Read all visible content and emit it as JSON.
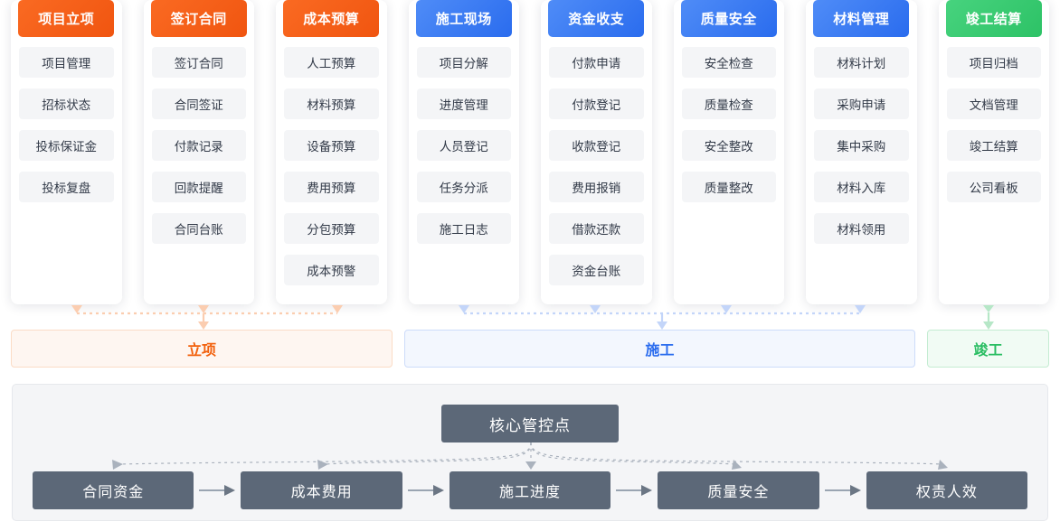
{
  "columns": [
    {
      "title": "项目立项",
      "accent": "#f05510",
      "tab_style": "orange",
      "items": [
        "项目管理",
        "招标状态",
        "投标保证金",
        "投标复盘"
      ]
    },
    {
      "title": "签订合同",
      "accent": "#f05510",
      "tab_style": "orange",
      "items": [
        "签订合同",
        "合同签证",
        "付款记录",
        "回款提醒",
        "合同台账"
      ]
    },
    {
      "title": "成本预算",
      "accent": "#f05510",
      "tab_style": "orange",
      "items": [
        "人工预算",
        "材料预算",
        "设备预算",
        "费用预算",
        "分包预算",
        "成本预警"
      ]
    },
    {
      "title": "施工现场",
      "accent": "#2a6cee",
      "tab_style": "blue",
      "items": [
        "项目分解",
        "进度管理",
        "人员登记",
        "任务分派",
        "施工日志"
      ]
    },
    {
      "title": "资金收支",
      "accent": "#2a6cee",
      "tab_style": "blue",
      "items": [
        "付款申请",
        "付款登记",
        "收款登记",
        "费用报销",
        "借款还款",
        "资金台账"
      ]
    },
    {
      "title": "质量安全",
      "accent": "#2a6cee",
      "tab_style": "blue",
      "items": [
        "安全检查",
        "质量检查",
        "安全整改",
        "质量整改"
      ]
    },
    {
      "title": "材料管理",
      "accent": "#2a6cee",
      "tab_style": "blue",
      "items": [
        "材料计划",
        "采购申请",
        "集中采购",
        "材料入库",
        "材料领用"
      ]
    },
    {
      "title": "竣工结算",
      "accent": "#28bd61",
      "tab_style": "green",
      "items": [
        "项目归档",
        "文档管理",
        "竣工结算",
        "公司看板"
      ]
    }
  ],
  "phases": [
    {
      "label": "立项",
      "color": "#f2600c",
      "span_columns": [
        1,
        2,
        3
      ]
    },
    {
      "label": "施工",
      "color": "#2a6cee",
      "span_columns": [
        4,
        5,
        6,
        7
      ]
    },
    {
      "label": "竣工",
      "color": "#28bd61",
      "span_columns": [
        8
      ]
    }
  ],
  "core": {
    "label": "核心管控点",
    "box_color": "#5c6878",
    "flow": [
      "合同资金",
      "成本费用",
      "施工进度",
      "质量安全",
      "权责人效"
    ],
    "flow_arrow": "→"
  },
  "colors": {
    "orange": "#f05510",
    "blue": "#2a6cee",
    "green": "#28bd61",
    "slate": "#5c6878",
    "item_bg": "#f4f5f7",
    "panel_bg": "#f4f5f7"
  }
}
